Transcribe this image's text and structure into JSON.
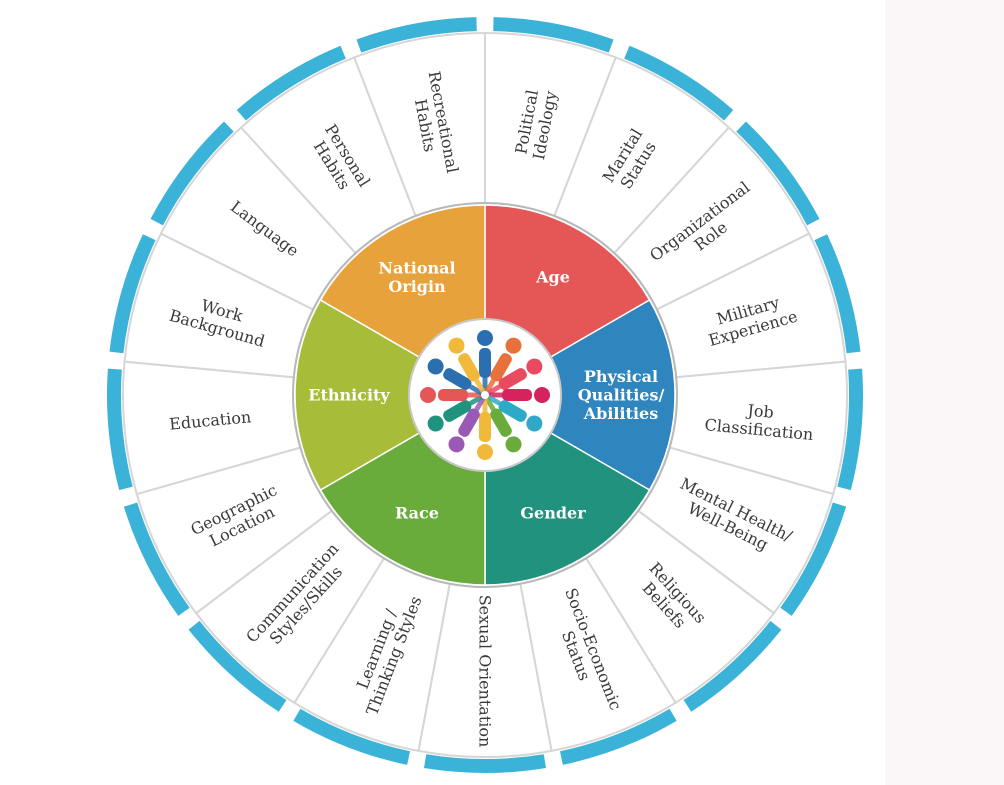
{
  "colors": {
    "band": "#3bb3d9",
    "segment_fill": "#ffffff",
    "segment_line": "#d6d6d6",
    "ring_line": "#b9b9b9",
    "outer_text": "#3a3a3a",
    "inner_text": "#ffffff"
  },
  "core": {
    "items": [
      {
        "lines": [
          "Age"
        ],
        "color": "#e55757"
      },
      {
        "lines": [
          "Physical",
          "Qualities/",
          "Abilities"
        ],
        "color": "#2f85bd"
      },
      {
        "lines": [
          "Gender"
        ],
        "color": "#21927e"
      },
      {
        "lines": [
          "Race"
        ],
        "color": "#6aac3c"
      },
      {
        "lines": [
          "Ethnicity"
        ],
        "color": "#a7bd3a"
      },
      {
        "lines": [
          "National",
          "Origin"
        ],
        "color": "#e8a23b"
      }
    ],
    "center_icon": "people-circle-icon",
    "people_colors": [
      "#2b6fb0",
      "#e8703a",
      "#e84a5f",
      "#d4235d",
      "#2fa9c8",
      "#6aac3c",
      "#f0b93a",
      "#9b59b6",
      "#21927e",
      "#e55757",
      "#2b6fb0",
      "#f0b93a"
    ]
  },
  "outer": {
    "items": [
      {
        "lines": [
          "Political",
          "Ideology"
        ]
      },
      {
        "lines": [
          "Marital",
          "Status"
        ]
      },
      {
        "lines": [
          "Organizational",
          "Role"
        ]
      },
      {
        "lines": [
          "Military",
          "Experience"
        ]
      },
      {
        "lines": [
          "Job",
          "Classification"
        ]
      },
      {
        "lines": [
          "Mental Health/",
          "Well-Being"
        ]
      },
      {
        "lines": [
          "Religious",
          "Beliefs"
        ]
      },
      {
        "lines": [
          "Socio-Economic",
          "Status"
        ]
      },
      {
        "lines": [
          "Sexual Orientation"
        ]
      },
      {
        "lines": [
          "Learning /",
          "Thinking Styles"
        ]
      },
      {
        "lines": [
          "Communication",
          "Styles/Skills"
        ]
      },
      {
        "lines": [
          "Geographic",
          "Location"
        ]
      },
      {
        "lines": [
          "Education"
        ]
      },
      {
        "lines": [
          "Work",
          "Background"
        ]
      },
      {
        "lines": [
          "Language"
        ]
      },
      {
        "lines": [
          "Personal",
          "Habits"
        ]
      },
      {
        "lines": [
          "Recreational",
          "Habits"
        ]
      }
    ]
  }
}
